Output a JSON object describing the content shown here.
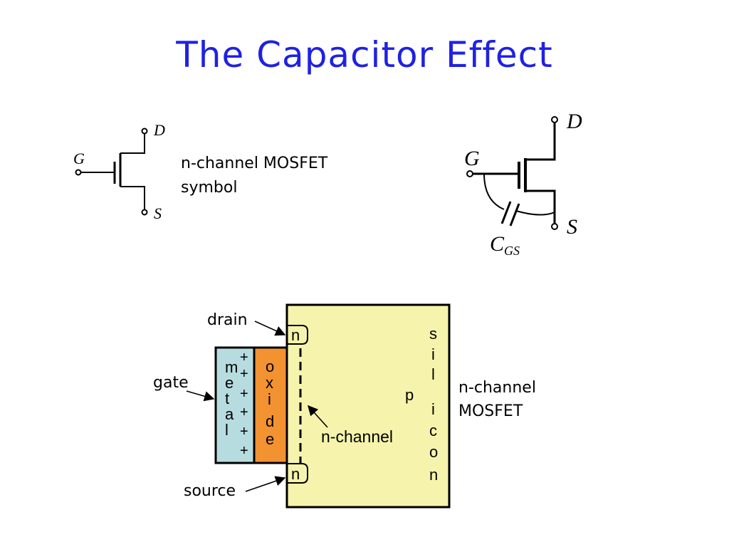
{
  "slide": {
    "title": "The Capacitor Effect"
  },
  "symbol_left": {
    "gate_label": "G",
    "drain_label": "D",
    "source_label": "S",
    "caption_line1": "n-channel MOSFET",
    "caption_line2": "symbol"
  },
  "symbol_right": {
    "gate_label": "G",
    "drain_label": "D",
    "source_label": "S",
    "cap_label_main": "C",
    "cap_label_sub": "GS"
  },
  "cross_section": {
    "drain_label": "drain",
    "gate_label": "gate",
    "source_label": "source",
    "n_top": "n",
    "n_bottom": "n",
    "metal_letters": [
      "m",
      "e",
      "t",
      "a",
      "l"
    ],
    "plus_signs": [
      "+",
      "+",
      "+",
      "+",
      "+",
      "+"
    ],
    "oxide_letters": [
      "o",
      "x",
      "i",
      "d",
      "e"
    ],
    "silicon_letters": [
      "s",
      "i",
      "l",
      "i",
      "c",
      "o",
      "n"
    ],
    "p_label": "p",
    "channel_label": "n-channel",
    "side_label_line1": "n-channel",
    "side_label_line2": "MOSFET"
  },
  "colors": {
    "title": "#1f22e0",
    "metal_fill": "#b7dce0",
    "oxide_fill": "#f39230",
    "silicon_fill": "#f6f4ac"
  }
}
